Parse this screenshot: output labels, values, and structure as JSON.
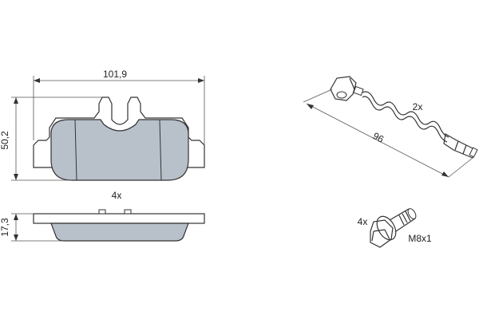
{
  "drawing": {
    "pad": {
      "width_label": "101,9",
      "height_label": "50,2",
      "quantity_label": "4x",
      "thickness_label": "17,3"
    },
    "wear_sensor": {
      "quantity_label": "2x",
      "length_label": "96"
    },
    "bolt": {
      "quantity_label": "4x",
      "thread_label": "M8x1"
    },
    "colors": {
      "pad_fill": "#b8c1ca",
      "line": "#333333"
    }
  }
}
